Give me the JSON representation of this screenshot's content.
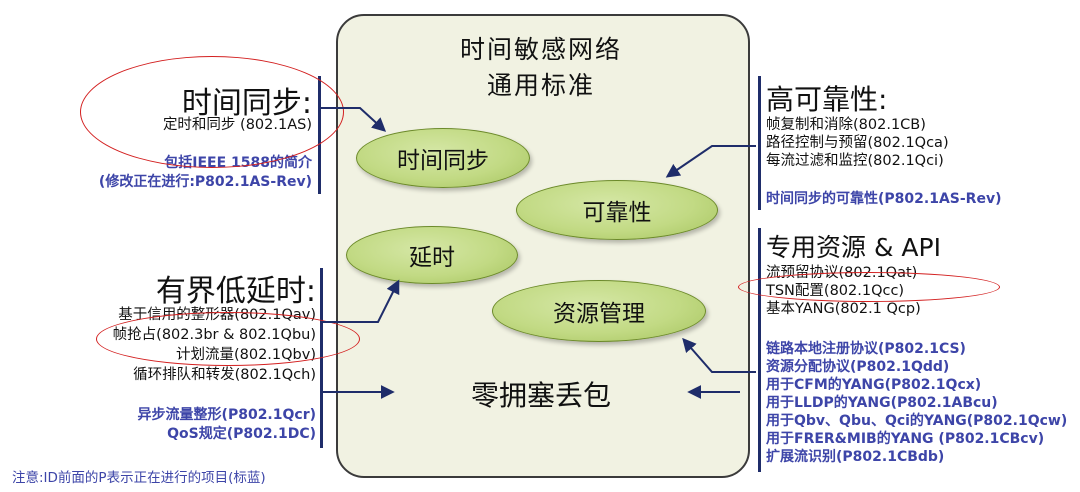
{
  "center": {
    "title_line1": "时间敏感网络",
    "title_line2": "通用标准",
    "ellipses": {
      "time_sync": "时间同步",
      "reliability": "可靠性",
      "latency": "延时",
      "resource_mgmt": "资源管理"
    },
    "bottom": "零拥塞丢包"
  },
  "left_top": {
    "heading": "时间同步:",
    "item": "定时和同步 (802.1AS)",
    "blue_lines": [
      "包括IEEE 1588的简介",
      "(修改正在进行:P802.1AS-Rev)"
    ]
  },
  "left_bottom": {
    "heading": "有界低延时:",
    "items": [
      "基于信用的整形器(802.1Qav)",
      "帧抢占(802.3br & 802.1Qbu)",
      "计划流量(802.1Qbv)",
      "循环排队和转发(802.1Qch)"
    ],
    "blue_lines": [
      "异步流量整形(P802.1Qcr)",
      "QoS规定(P802.1DC)"
    ]
  },
  "right_top": {
    "heading": "高可靠性:",
    "items": [
      "帧复制和消除(802.1CB)",
      "路径控制与预留(802.1Qca)",
      "每流过滤和监控(802.1Qci)"
    ],
    "blue_line": "时间同步的可靠性(P802.1AS-Rev)"
  },
  "right_bottom": {
    "heading": "专用资源 & API",
    "items": [
      "流预留协议(802.1Qat)",
      "TSN配置(802.1Qcc)",
      "基本YANG(802.1 Qcp)"
    ],
    "blue_lines": [
      "链路本地注册协议(P802.1CS)",
      "资源分配协议(P802.1Qdd)",
      "用于CFM的YANG(P802.1Qcx)",
      "用于LLDP的YANG(P802.1ABcu)",
      "用于Qbv、Qbu、Qci的YANG(P802.1Qcw)",
      "用于FRER&MIB的YANG (P802.1CBcv)",
      "扩展流识别(P802.1CBdb)"
    ]
  },
  "note": "注意:ID前面的P表示正在进行的项目(标蓝)",
  "colors": {
    "box_fill": "#f1f2e2",
    "ellipse_green": "#c2da84",
    "blue_text": "#3d45a8",
    "arrow": "#1f2d6a",
    "red_highlight": "#d32020"
  }
}
